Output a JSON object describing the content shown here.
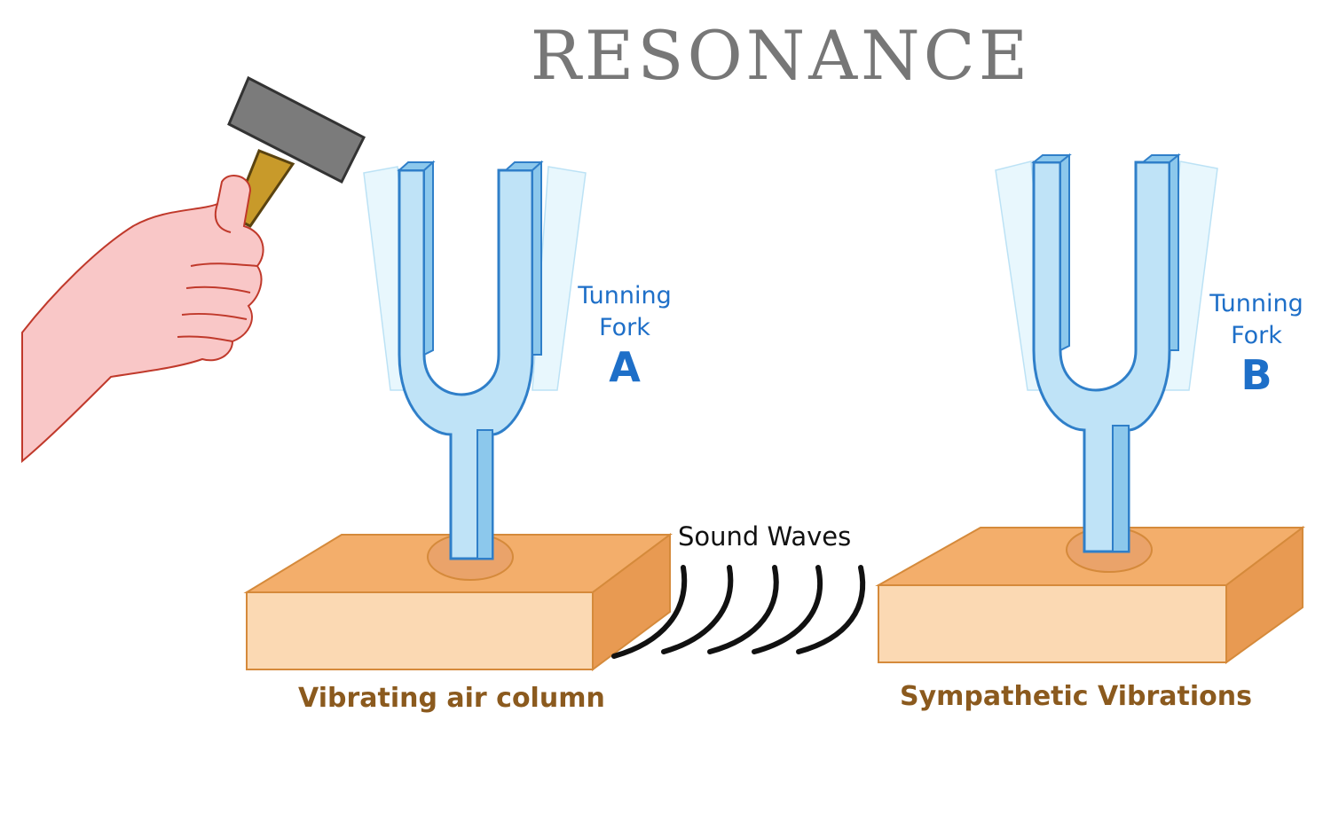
{
  "title": "RESONANCE",
  "fork_a": {
    "line1": "Tunning",
    "line2": "Fork",
    "letter": "A"
  },
  "fork_b": {
    "line1": "Tunning",
    "line2": "Fork",
    "letter": "B"
  },
  "sound_waves_label": "Sound Waves",
  "caption_left": "Vibrating air column",
  "caption_right": "Sympathetic Vibrations",
  "colors": {
    "title": "#777777",
    "fork_fill": "#bfe3f7",
    "fork_outline": "#2f7fc9",
    "box_top": "#f3ae6b",
    "box_front": "#fbd9b3",
    "box_outline": "#d58a3b",
    "hand": "#f9c7c7",
    "hand_outline": "#c0392b",
    "caption": "#8b5a1e",
    "fork_label": "#1e6fc8"
  }
}
